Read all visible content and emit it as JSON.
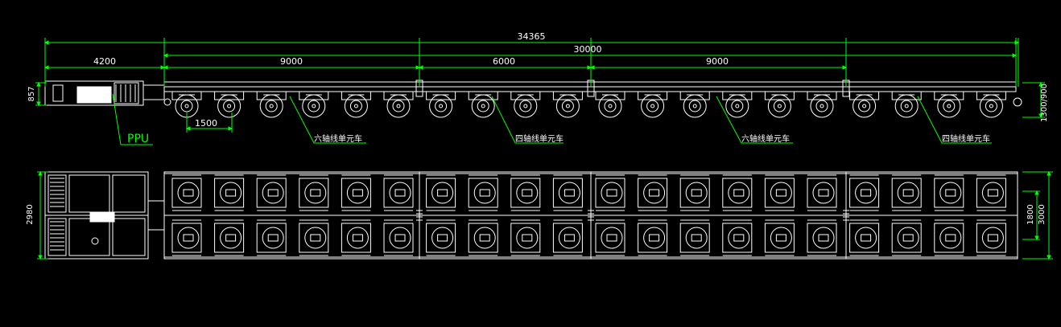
{
  "colors": {
    "background": "#000000",
    "dimension": "#00ff00",
    "drawing": "#ffffff",
    "text": "#ffffff"
  },
  "side_view": {
    "overall_length": "34365",
    "trailer_length": "30000",
    "segments": [
      "4200",
      "9000",
      "6000",
      "9000"
    ],
    "axle_spacing": "1500",
    "height_left": "857",
    "height_right": "1300/900",
    "ppu_label": "PPU",
    "unit_labels": [
      "六轴线单元车",
      "四轴线单元车",
      "六轴线单元车",
      "四轴线单元车"
    ]
  },
  "plan_view": {
    "overall_width": "2980",
    "track_width": "1800",
    "vehicle_width": "3000"
  }
}
